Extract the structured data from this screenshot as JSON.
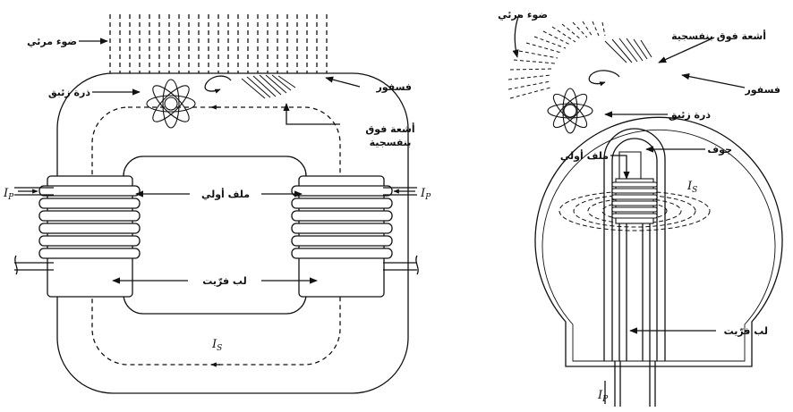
{
  "labels": {
    "visible_light": "ضوء مرئي",
    "mercury_atom": "ذرة زئبق",
    "phosphor": "فسفور",
    "uv_rays": "أشعة فوق بنفسجية",
    "uv_line1": "أشعة فوق",
    "uv_line2": "بنفسجية",
    "primary_coil": "ملف أولي",
    "ferrite_core": "لب فرّيت",
    "cavity": "جوف",
    "ip_main": "I",
    "ip_sub": "P",
    "is_main": "I",
    "is_sub": "S"
  }
}
